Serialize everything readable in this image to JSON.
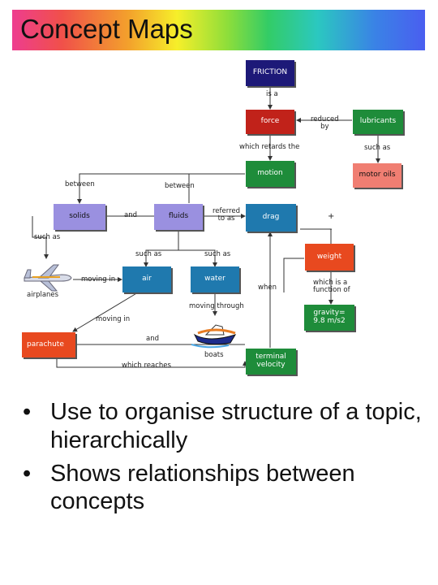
{
  "title": "Concept Maps",
  "nodes": {
    "friction": "FRICTION",
    "force": "force",
    "lubricants": "lubricants",
    "motion": "motion",
    "motor_oils": "motor oils",
    "solids": "solids",
    "fluids": "fluids",
    "drag": "drag",
    "weight": "weight",
    "air": "air",
    "water": "water",
    "gravity": "gravity=\n9.8 m/s2",
    "parachute": "parachute",
    "terminal_velocity": "terminal\nvelocity"
  },
  "labels": {
    "is_a": "is a",
    "reduced_by": "reduced\nby",
    "which_retards_the": "which retards the",
    "such_as_1": "such as",
    "between_1": "between",
    "between_2": "between",
    "and_1": "and",
    "referred_to_as": "referred\nto as",
    "such_as_2": "such as",
    "such_as_3": "such as",
    "such_as_4": "such as",
    "moving_in_1": "moving in",
    "airplanes": "airplanes",
    "moving_in_2": "moving in",
    "moving_through": "moving through",
    "and_2": "and",
    "when": "when",
    "which_is_a_function_of": "which is a\nfunction of",
    "boats": "boats",
    "which_reaches": "which reaches",
    "plus_sign": "+",
    "minus_sign": "-"
  },
  "bullets": [
    "Use to organise structure of a topic, hierarchically",
    "Shows relationships between concepts"
  ]
}
